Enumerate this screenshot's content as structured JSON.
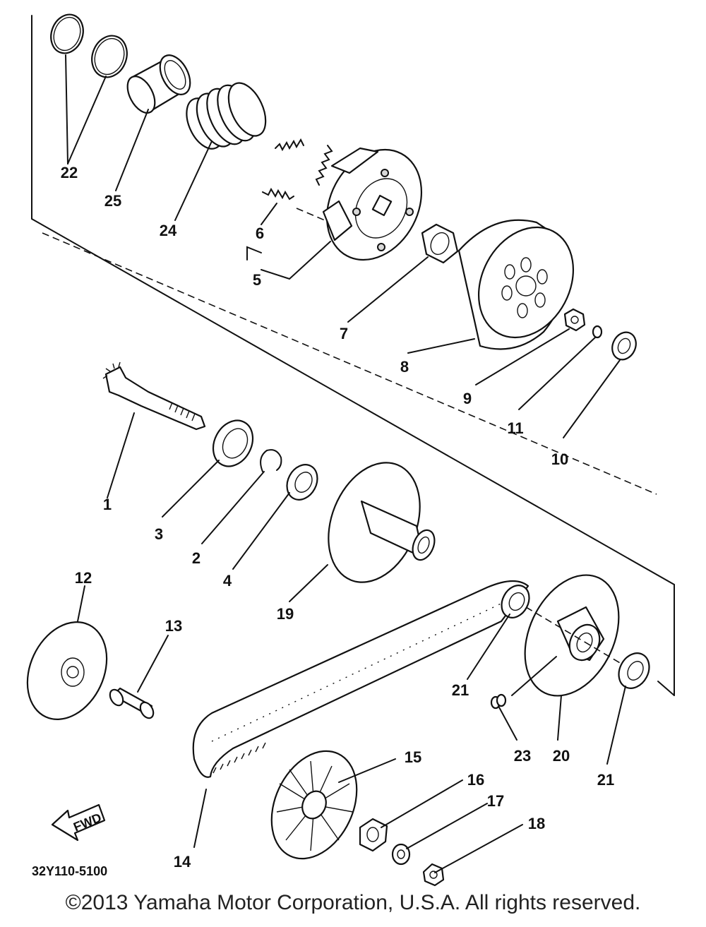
{
  "diagram": {
    "part_numbers": [
      "1",
      "2",
      "3",
      "4",
      "5",
      "6",
      "7",
      "8",
      "9",
      "10",
      "11",
      "12",
      "13",
      "14",
      "15",
      "16",
      "17",
      "18",
      "19",
      "20",
      "21",
      "21",
      "22",
      "23",
      "24",
      "25"
    ],
    "fwd_label": "FWD",
    "drawing_code": "32Y110-5100"
  },
  "footer": {
    "copyright": "©2013 Yamaha Motor Corporation, U.S.A. All rights reserved."
  }
}
